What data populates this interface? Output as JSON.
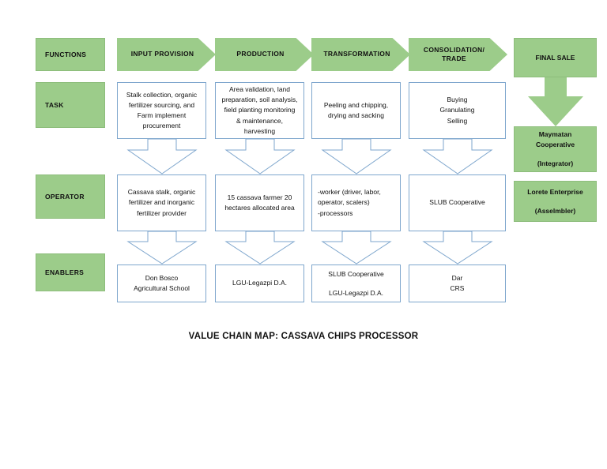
{
  "diagram": {
    "caption": "VALUE CHAIN MAP: CASSAVA CHIPS PROCESSOR",
    "colors": {
      "green_fill": "#9ccc8a",
      "green_border": "#8dbd7b",
      "box_border": "#7ea6cd",
      "box_fill": "#ffffff",
      "text": "#111111",
      "background": "#ffffff"
    },
    "row_labels": [
      {
        "id": "functions",
        "label": "FUNCTIONS"
      },
      {
        "id": "task",
        "label": "TASK"
      },
      {
        "id": "operator",
        "label": "OPERATOR"
      },
      {
        "id": "enablers",
        "label": "ENABLERS"
      }
    ],
    "functions": [
      {
        "id": "input-provision",
        "label": "INPUT PROVISION"
      },
      {
        "id": "production",
        "label": "PRODUCTION"
      },
      {
        "id": "transformation",
        "label": "TRANSFORMATION"
      },
      {
        "id": "consolidation-trade",
        "label": "CONSOLIDATION/\nTRADE"
      },
      {
        "id": "final-sale",
        "label": "FINAL SALE"
      }
    ],
    "tasks": [
      {
        "id": "input-provision",
        "text": "Stalk collection, organic fertilizer sourcing, and Farm implement procurement"
      },
      {
        "id": "production",
        "text": "Area validation, land preparation, soil analysis, field planting monitoring & maintenance, harvesting"
      },
      {
        "id": "transformation",
        "text": "Peeling and chipping, drying and sacking"
      },
      {
        "id": "consolidation-trade",
        "text": "Buying\nGranulating\nSelling"
      }
    ],
    "operators": [
      {
        "id": "input-provision",
        "text": "Cassava stalk, organic fertilizer and inorganic fertilizer provider"
      },
      {
        "id": "production",
        "text": "15 cassava farmer 20 hectares allocated area"
      },
      {
        "id": "transformation",
        "text": "-worker (driver, labor, operator, scalers)\n-processors"
      },
      {
        "id": "consolidation-trade",
        "text": "SLUB Cooperative"
      }
    ],
    "enablers": [
      {
        "id": "input-provision",
        "text": "Don Bosco\nAgricultural School"
      },
      {
        "id": "production",
        "text": "LGU-Legazpi  D.A."
      },
      {
        "id": "transformation",
        "text": "SLUB Cooperative\n\nLGU-Legazpi D.A."
      },
      {
        "id": "consolidation-trade",
        "text": "Dar\nCRS"
      }
    ],
    "final_sale_actors": [
      {
        "id": "maymatan",
        "text": "Maymatan\nCooperative\n\n(Integrator)"
      },
      {
        "id": "lorete",
        "text": "Lorete Enterprise\n\n(Asselmbler)"
      }
    ]
  }
}
